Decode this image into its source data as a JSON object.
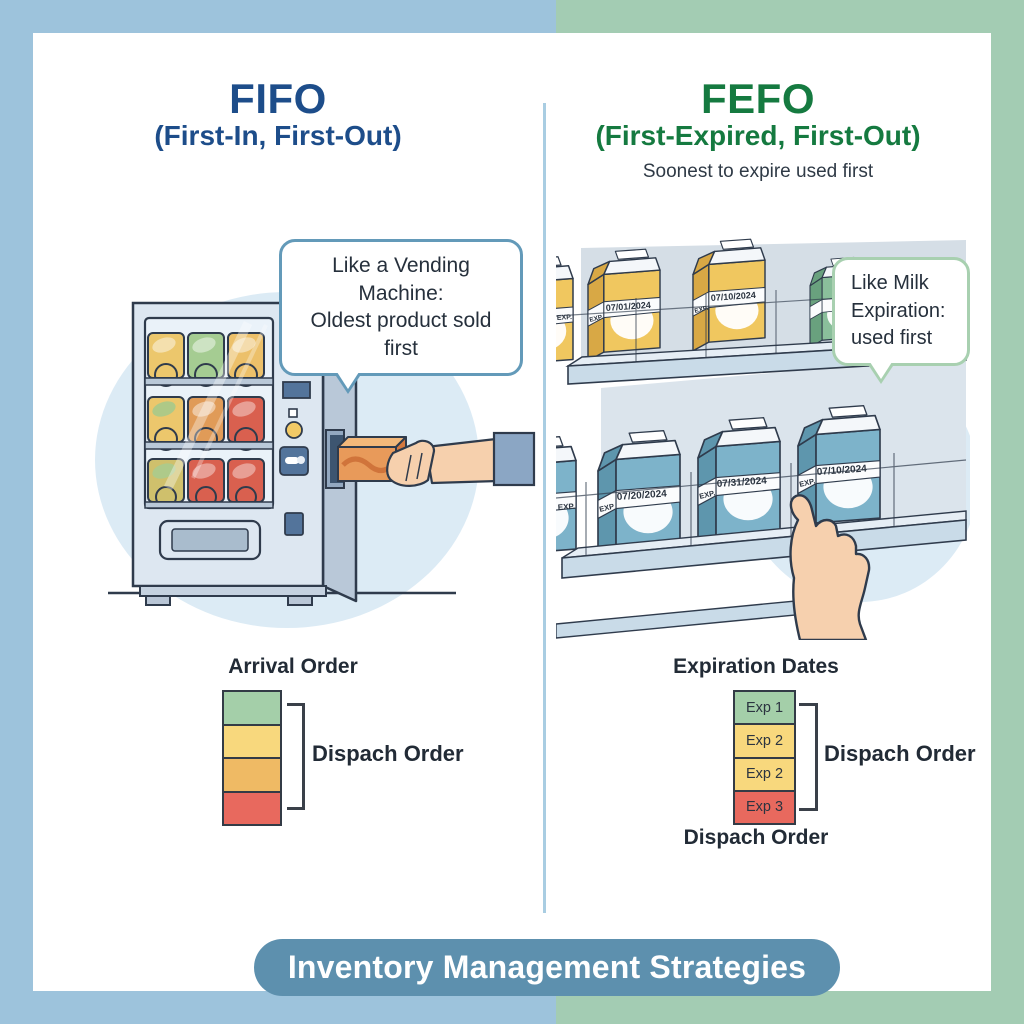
{
  "footer": {
    "banner": "Inventory Management Strategies"
  },
  "colors": {
    "bg_left": "#9dc3dc",
    "bg_right": "#a3ccb3",
    "fifo_accent": "#1d4d8a",
    "fefo_accent": "#157a40",
    "banner_bg": "#5d90ae"
  },
  "fifo": {
    "title": "FIFO",
    "subtitle": "(First-In, First-Out)",
    "bubble": {
      "line1": "Like a Vending Machine:",
      "line2": "Oldest product sold first"
    },
    "arrival_label": "Arrival Order",
    "dispatch_label": "Dispach Order",
    "blocks": [
      {
        "color": "#a4cfa9"
      },
      {
        "color": "#f8d87d"
      },
      {
        "color": "#efba64"
      },
      {
        "color": "#e8695e"
      }
    ]
  },
  "fefo": {
    "title": "FEFO",
    "subtitle": "(First-Expired, First-Out)",
    "tagline": "Soonest to expire used first",
    "bubble": {
      "line1": "Like Milk",
      "line2": "Expiration:",
      "line3": "used first"
    },
    "expiration_label": "Expiration Dates",
    "dispatch_label": "Dispach Order",
    "dispatch_label_bottom": "Dispach Order",
    "blocks": [
      {
        "label": "Exp 1",
        "color": "#a4cfa9"
      },
      {
        "label": "Exp 2",
        "color": "#f8d87d"
      },
      {
        "label": "Exp 2",
        "color": "#f8d87d"
      },
      {
        "label": "Exp 3",
        "color": "#e8695e"
      }
    ],
    "milk_labels": {
      "top_partial_exp": "EXP.",
      "top1_exp": "EXP.",
      "top1_date": "07/01/2024",
      "top2_exp": "EXP.",
      "top2_date": "07/10/2024",
      "bottom_partial_exp": "EXP.",
      "bottom1_exp": "EXP",
      "bottom1_date": "07/20/2024",
      "bottom2_exp": "EXP.",
      "bottom2_date": "07/31/2024",
      "bottom3_exp": "EXP.",
      "bottom3_date": "07/10/2024"
    }
  }
}
